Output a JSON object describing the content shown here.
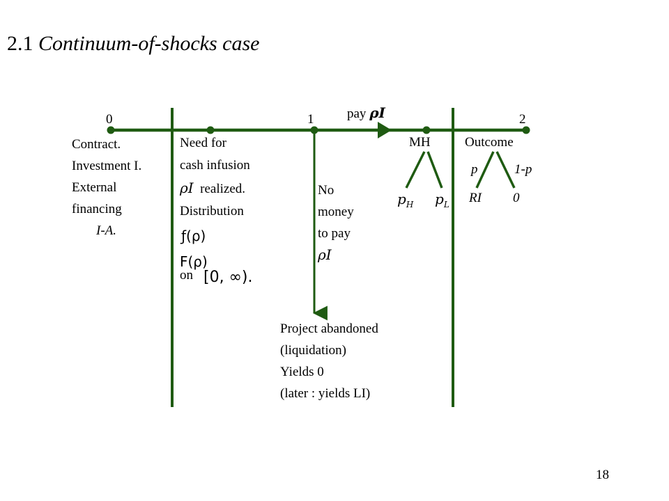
{
  "title": {
    "number": "2.1",
    "text": "Continuum-of-shocks case"
  },
  "timeline": {
    "t0": "0",
    "t1": "1",
    "t2": "2",
    "pay_label": "pay",
    "pay_math": "ρI"
  },
  "date0": {
    "lines": [
      "Contract.",
      "Investment I.",
      "External",
      "financing"
    ],
    "math": "I-A."
  },
  "shock": {
    "line1": "Need for",
    "line2": "cash infusion",
    "realized_math": "ρI",
    "realized_text": "realized.",
    "line4": "Distribution",
    "density": "ƒ(ρ)",
    "cdf": "F(ρ)",
    "on": "on",
    "support": "[0, ∞)."
  },
  "no_money": {
    "lines": [
      "No",
      "money",
      "to pay"
    ],
    "math": "ρI"
  },
  "abandoned": {
    "lines": [
      "Project abandoned",
      "(liquidation)",
      "Yields 0",
      "(later : yields LI)"
    ]
  },
  "moral_hazard": {
    "label": "MH",
    "branch_high": "p",
    "branch_high_sub": "H",
    "branch_low": "p",
    "branch_low_sub": "L"
  },
  "outcome": {
    "label": "Outcome",
    "prob_success": "p",
    "prob_failure": "1-p",
    "payoff_success": "RI",
    "payoff_failure": "0"
  },
  "page_number": "18",
  "colors": {
    "line": "#1f5b12",
    "text": "#000000",
    "background": "#ffffff"
  }
}
